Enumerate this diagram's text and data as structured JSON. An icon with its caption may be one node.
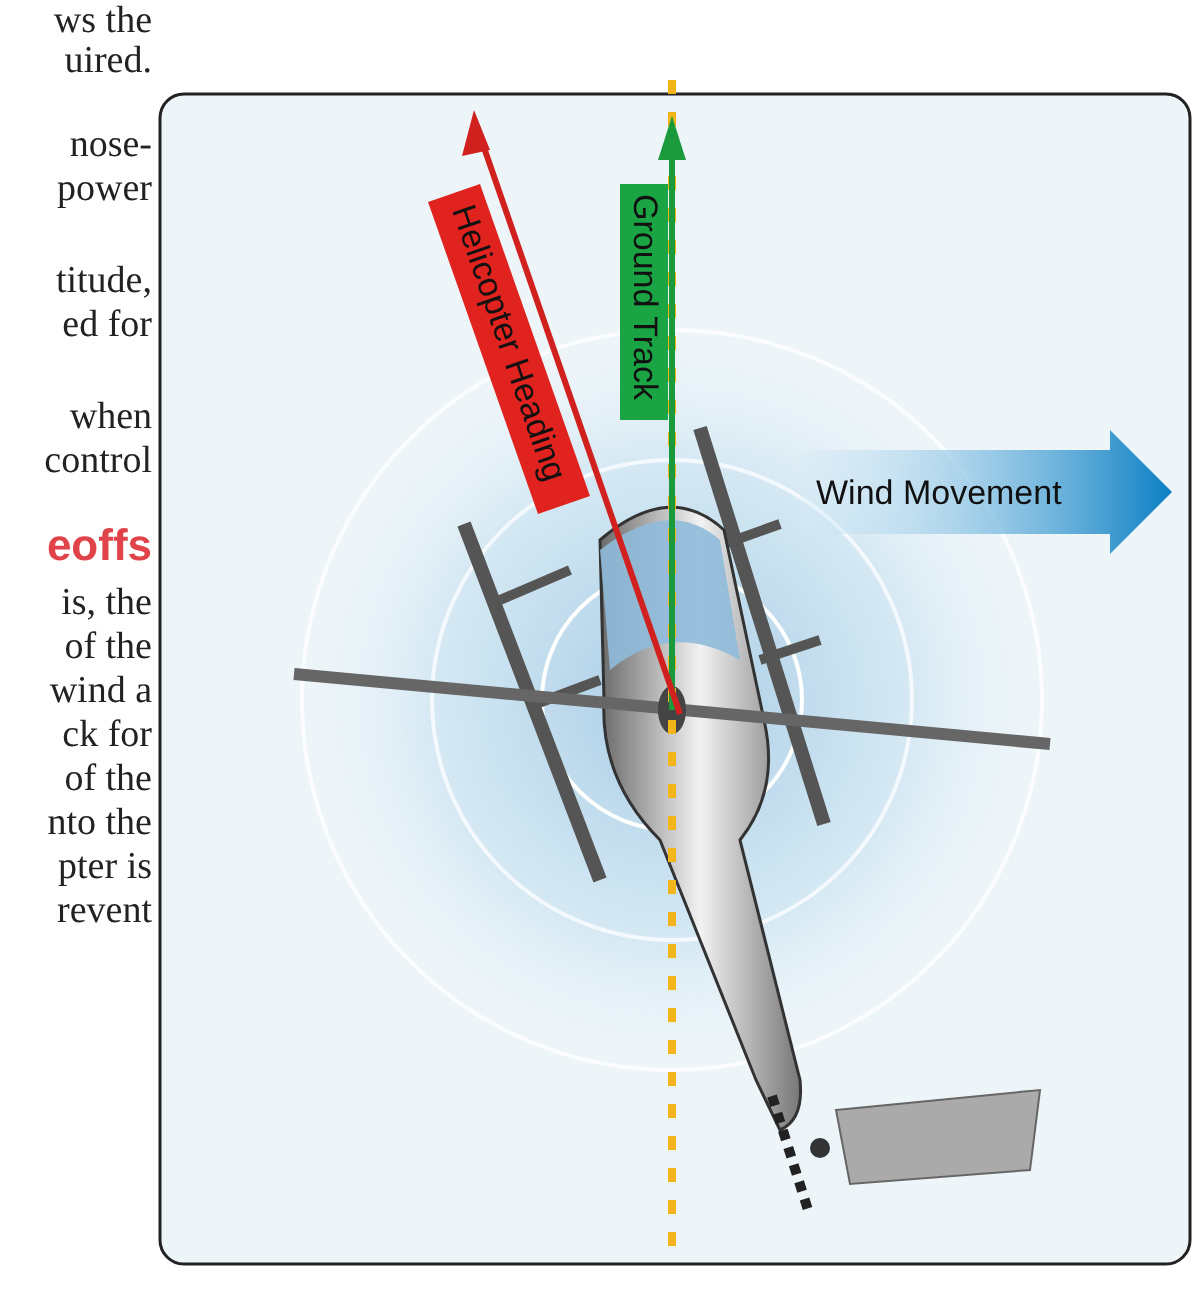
{
  "diagram": {
    "labels": [
      "ws the",
      "uired.",
      "nose-",
      "power",
      "titude,",
      "ed for",
      "when",
      "control",
      "eoffs",
      "is, the",
      "of the",
      "wind a",
      "ck for",
      "of the",
      "nto the",
      "pter is",
      "revent",
      "Helicopter Heading",
      "Ground Track",
      "Wind Movement"
    ]
  }
}
